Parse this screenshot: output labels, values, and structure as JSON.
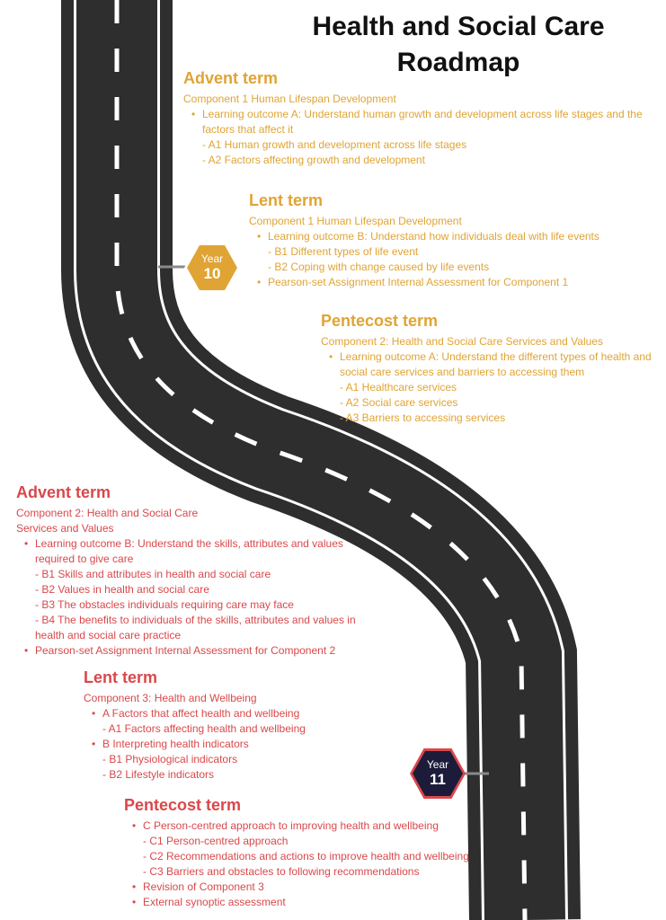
{
  "title_line1": "Health and Social Care",
  "title_line2": "Roadmap",
  "colors": {
    "year10": "#e0a434",
    "year11": "#d9484b",
    "badge11": "#1c1c3a",
    "road": "#2e2e2e"
  },
  "year10": {
    "badge": {
      "label": "Year",
      "number": "10"
    },
    "advent": {
      "heading": "Advent term",
      "component": "Component 1 Human Lifespan Development",
      "items": [
        "Learning outcome A: Understand human growth and development across life stages and the factors that affect it",
        "- A1 Human growth and development across life stages",
        "- A2 Factors affecting growth and development"
      ]
    },
    "lent": {
      "heading": "Lent term",
      "component": "Component 1 Human Lifespan Development",
      "items": [
        "Learning outcome B: Understand how individuals deal with life events",
        "- B1 Different types of life event",
        "- B2 Coping with change caused by life events",
        "Pearson-set Assignment Internal Assessment for Component 1"
      ]
    },
    "pentecost": {
      "heading": "Pentecost term",
      "component": "Component 2: Health and Social Care Services and Values",
      "items": [
        "Learning outcome A: Understand the different types of health and social care services and barriers to accessing them",
        "- A1 Healthcare services",
        "- A2 Social care services",
        "- A3 Barriers to accessing services"
      ]
    }
  },
  "year11": {
    "badge": {
      "label": "Year",
      "number": "11"
    },
    "advent": {
      "heading": "Advent term",
      "component_line1": "Component 2: Health and Social Care",
      "component_line2": "Services and Values",
      "items": [
        "Learning outcome B: Understand the skills, attributes and values required to give care",
        "- B1 Skills and attributes in health and social care",
        "- B2 Values in health and social care",
        "- B3 The obstacles individuals requiring care may face",
        "- B4 The benefits to individuals of the skills, attributes and values in health and social care practice",
        "Pearson-set Assignment Internal Assessment for Component 2"
      ]
    },
    "lent": {
      "heading": "Lent term",
      "component": "Component 3: Health and Wellbeing",
      "items": [
        "A Factors that affect health and wellbeing",
        "- A1 Factors affecting health and wellbeing",
        "B Interpreting health indicators",
        "- B1 Physiological indicators",
        "- B2 Lifestyle indicators"
      ]
    },
    "pentecost": {
      "heading": "Pentecost term",
      "items": [
        "C Person-centred approach to improving health and wellbeing",
        "- C1 Person-centred approach",
        "- C2 Recommendations and actions to improve health and wellbeing",
        "- C3 Barriers and obstacles to following recommendations",
        "Revision of Component 3",
        "External synoptic assessment"
      ]
    }
  }
}
